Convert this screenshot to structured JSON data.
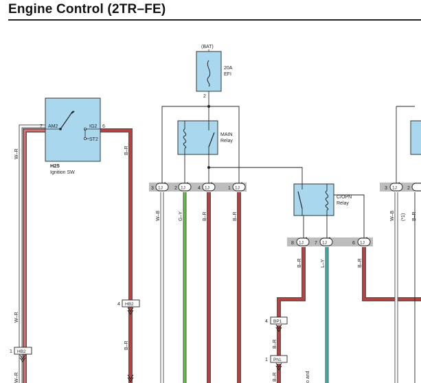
{
  "page": {
    "title": "Engine Control (2TR–FE)"
  },
  "colors": {
    "component_fill": "#a9d8ee",
    "wire_wr": "#e56b6b",
    "wire_br": "#c23d3d",
    "wire_gy": "#5cc33a",
    "wire_ly": "#33b3b5",
    "wire_wb": "#9a9a9a",
    "wire_dark": "#555555",
    "connector_band": "#bdbdbd"
  },
  "battery": {
    "label": "(BAT)"
  },
  "fuse": {
    "rating": "20A",
    "name": "EFI",
    "pin": "2"
  },
  "main_relay": {
    "line1": "MAIN",
    "line2": "Relay"
  },
  "copn_relay": {
    "line1": "C/OPN",
    "line2": "Relay"
  },
  "ignition": {
    "id": "H25",
    "name": "Ignition SW",
    "pin_am2": "7",
    "label_am2": "AM2",
    "label_ig2": "IG2",
    "pin_ig2": "6",
    "label_st2": "ST2"
  },
  "wires": {
    "wr_top": "W–R",
    "wr_bottom": "W–R",
    "wr_edge": "W–R",
    "br_sw_top": "B–R",
    "br_sw_bottom": "B–R",
    "wb_1": "W–B",
    "gy_1": "G–Y",
    "br_1": "B–R",
    "br_2": "B–R",
    "br_3": "B–R",
    "ly_1": "L–Y",
    "br_4": "B–R",
    "br_bp": "B–R",
    "br_ph": "B–R",
    "wb_right": "W–B",
    "plus_right": "(*1)",
    "br_right": "B–R"
  },
  "connectors": {
    "j1_a": {
      "pin": "3",
      "code": "1J"
    },
    "j1_b": {
      "pin": "2",
      "code": "1J"
    },
    "j1_c": {
      "pin": "4",
      "code": "1J"
    },
    "j1_d": {
      "pin": "1",
      "code": "1J"
    },
    "j1_e": {
      "pin": "8",
      "code": "1J"
    },
    "j1_f": {
      "pin": "7",
      "code": "1J"
    },
    "j1_g": {
      "pin": "6",
      "code": "1J"
    },
    "j1_h": {
      "pin": "3",
      "code": "1J"
    },
    "j1_i": {
      "pin": "2",
      "code": ""
    },
    "hb2_a": {
      "pin": "4",
      "code": "HB2"
    },
    "hb2_b": {
      "pin": "1",
      "code": "HB2"
    },
    "bp1": {
      "pin": "4",
      "code": "BP1"
    },
    "ph1": {
      "pin": "1",
      "code": "Ph1"
    }
  },
  "notes": {
    "truncated": "o and"
  }
}
